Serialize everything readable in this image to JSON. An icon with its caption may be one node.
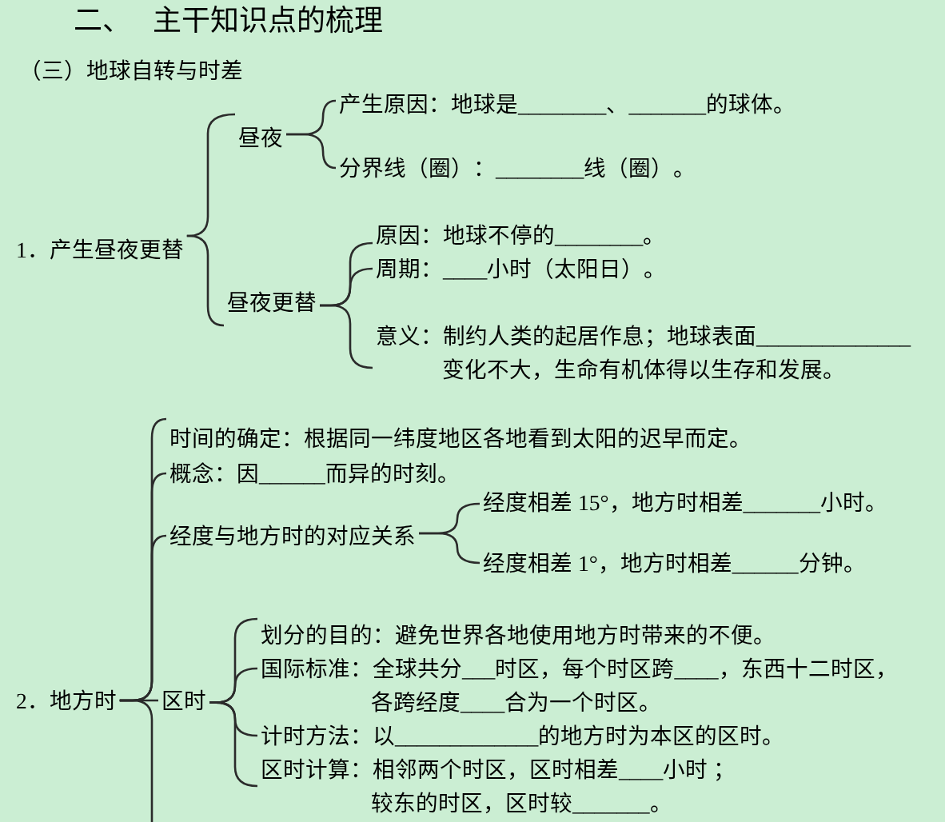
{
  "diagram": {
    "title": "二、 主干知识点的梳理",
    "nodes": [
      {
        "text": [
          "1．产生昼夜更替"
        ]
      },
      {
        "text": [
          "昼夜"
        ]
      },
      {
        "text": [
          "产生原因：地球是________、_______的球体。"
        ]
      },
      {
        "text": [
          "分界线（圈）：________线（圈）。"
        ]
      },
      {
        "text": [
          "昼夜更替"
        ]
      },
      {
        "text": [
          "原因：地球不停的________。"
        ]
      },
      {
        "text": [
          "周期：____小时（太阳日）。"
        ]
      },
      {
        "text": [
          "意义：制约人类的起居作息；地球表面______________变化不大，生命有机体得以生存和发展。"
        ]
      },
      {
        "text": [
          "2．地方时"
        ]
      },
      {
        "text": [
          "时间的确定：根据同一纬度地区各地看到太阳的迟早而定。"
        ]
      },
      {
        "text": [
          "概念：因______而异的时刻。"
        ]
      },
      {
        "text": [
          "经度与地方时的对应关系"
        ]
      },
      {
        "text": [
          "经度相差 15°，地方时相差_______小时。"
        ]
      },
      {
        "text": [
          "经度相差 1°，地方时相差______分钟。"
        ]
      },
      {
        "text": [
          "区时"
        ]
      },
      {
        "text": [
          "划分的目的：避免世界各地使用地方时带来的不便。"
        ]
      },
      {
        "text": [
          "国际标准：全球共分___时区，每个时区跨____，东西十二时区，各跨经度____合为一个时区。"
        ]
      },
      {
        "text": [
          "计时方法：以_____________的地方时为本区的区时。"
        ]
      },
      {
        "text": [
          "区时计算：相邻两个时区，区时相差____小时 ；较东的时区，区时较_______。"
        ]
      }
    ],
    "edges": [
      {
        "from": 0,
        "to": 1,
        "arrow": "none"
      },
      {
        "from": 0,
        "to": 4,
        "arrow": "none"
      },
      {
        "from": 1,
        "to": 2,
        "arrow": "none"
      },
      {
        "from": 1,
        "to": 3,
        "arrow": "none"
      },
      {
        "from": 4,
        "to": 5,
        "arrow": "none"
      },
      {
        "from": 4,
        "to": 6,
        "arrow": "none"
      },
      {
        "from": 4,
        "to": 7,
        "arrow": "none"
      },
      {
        "from": 8,
        "to": 9,
        "arrow": "none"
      },
      {
        "from": 8,
        "to": 10,
        "arrow": "none"
      },
      {
        "from": 8,
        "to": 11,
        "arrow": "none"
      },
      {
        "from": 8,
        "to": 14,
        "arrow": "none"
      },
      {
        "from": 8,
        "to": null,
        "arrow": "none"
      },
      {
        "from": 11,
        "to": 12,
        "arrow": "none"
      },
      {
        "from": 11,
        "to": 13,
        "arrow": "none"
      },
      {
        "from": 14,
        "to": 15,
        "arrow": "none"
      },
      {
        "from": 14,
        "to": 16,
        "arrow": "none"
      },
      {
        "from": 14,
        "to": 17,
        "arrow": "none"
      },
      {
        "from": 14,
        "to": 18,
        "arrow": "none"
      }
    ],
    "labels": [
      "（三）地球自转与时差"
    ]
  }
}
